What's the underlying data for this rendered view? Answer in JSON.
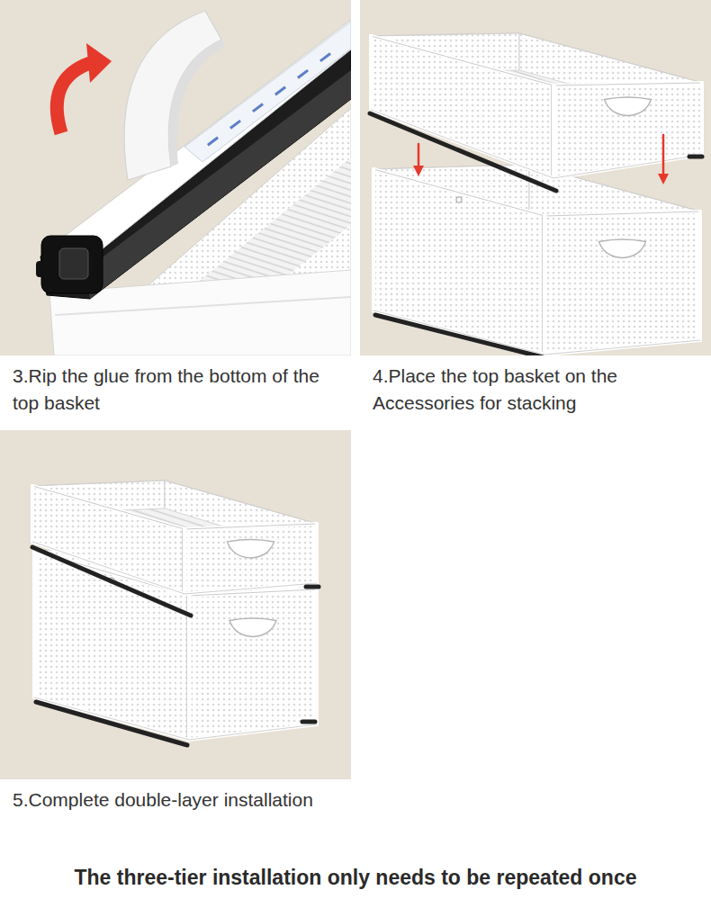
{
  "diagram": {
    "nodes": [
      {
        "text": [
          "3.Rip the glue from the bottom of the top basket"
        ]
      },
      {
        "text": [
          "4.Place the top basket on the Accessories for stacking"
        ]
      },
      {
        "text": [
          "5.Complete double-layer installation"
        ]
      }
    ],
    "caption": "The three-tier installation only needs to be repeated once"
  }
}
